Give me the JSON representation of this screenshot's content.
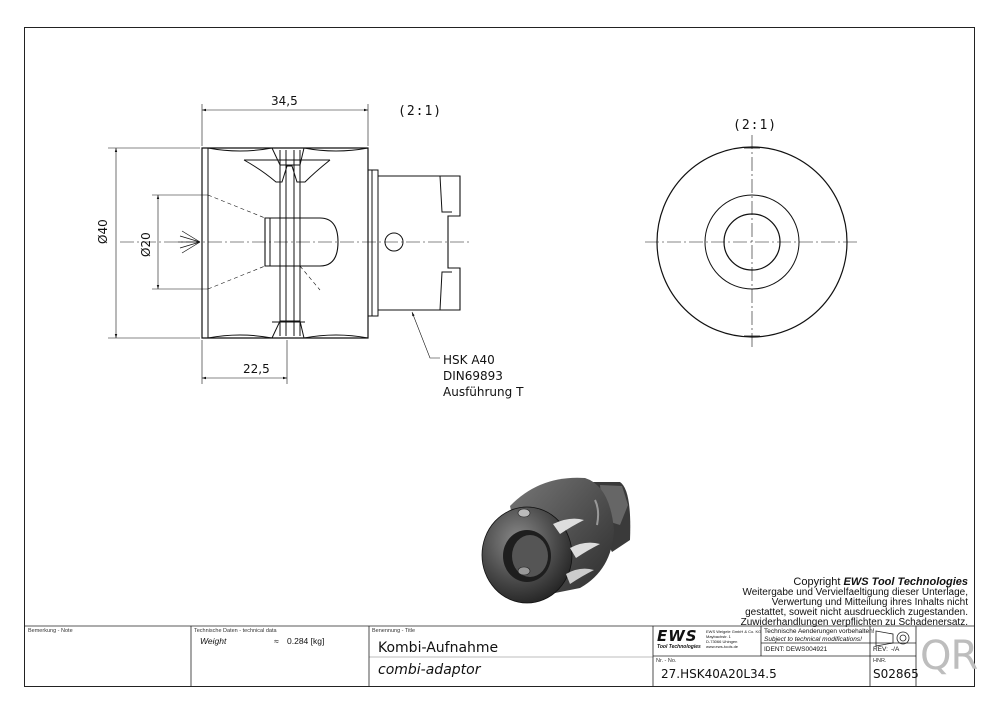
{
  "views": {
    "side": {
      "scale": "(2:1)",
      "dim_length": "34,5",
      "dim_outer_dia": "Ø40",
      "dim_inner_dia": "Ø20",
      "dim_length2": "22,5",
      "callout": [
        "HSK A40",
        "DIN69893",
        "Ausführung T"
      ]
    },
    "end": {
      "scale": "(2:1)"
    }
  },
  "copyright": {
    "prefix": "Copyright ",
    "brand": "EWS Tool Technologies",
    "lines": [
      "Weitergabe und Vervielfaeltigung dieser Unterlage,",
      "Verwertung und Mitteilung ihres Inhalts nicht",
      "gestattet, soweit nicht ausdruecklich zugestanden.",
      "Zuwiderhandlungen verpflichten zu Schadenersatz."
    ]
  },
  "title_block": {
    "note_label": "Bemerkung - Note",
    "tech_label": "Technische Daten - technical data",
    "weight_label": "Weight",
    "weight_sym": "≈",
    "weight_value": "0.284 [kg]",
    "title_label": "Benennung - Title",
    "title_de": "Kombi-Aufnahme",
    "title_en": "combi-adaptor",
    "logo": "EWS",
    "logo_sub": "Tool Technologies",
    "company_lines": [
      "EWS Weigele GmbH & Co. KG",
      "Maybachstr. 1",
      "D-73066 Uhingen",
      "www.ews-tools.de"
    ],
    "mod_de": "Technische Aenderungen vorbehalten!",
    "mod_en": "Subject to technical modifications!",
    "ident_label": "IDENT:",
    "ident_value": "DEWS004921",
    "rev_label": "REV:",
    "rev_value": "-/A",
    "nr_label": "Nr. - No.",
    "part_no": "27.HSK40A20L34.5",
    "nr2_label": "HNR.",
    "drawing_no": "S02865",
    "qr": "QR"
  }
}
